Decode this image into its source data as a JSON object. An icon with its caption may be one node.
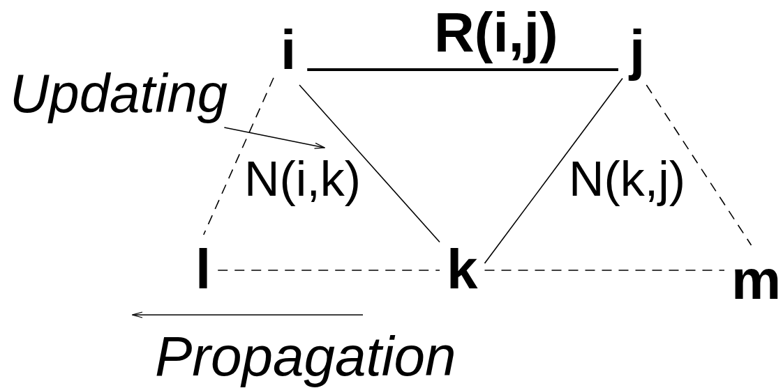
{
  "diagram": {
    "nodes": [
      {
        "text": [
          "i"
        ]
      },
      {
        "text": [
          "j"
        ]
      },
      {
        "text": [
          "k"
        ]
      },
      {
        "text": [
          "l"
        ]
      },
      {
        "text": [
          "m"
        ]
      },
      {
        "text": [
          "Updating"
        ]
      }
    ],
    "edges": [
      {
        "from": 0,
        "to": 1,
        "arrow": "none",
        "label": "R(i,j)",
        "style": "thick"
      },
      {
        "from": 0,
        "to": 2,
        "arrow": "none",
        "label": "N(i,k)"
      },
      {
        "from": 1,
        "to": 2,
        "arrow": "none",
        "label": "N(k,j)"
      },
      {
        "from": 0,
        "to": 3,
        "arrow": "none",
        "style": "dashed"
      },
      {
        "from": 1,
        "to": 4,
        "arrow": "none",
        "style": "dashed"
      },
      {
        "from": 3,
        "to": 2,
        "arrow": "none",
        "style": "dashed"
      },
      {
        "from": 2,
        "to": 4,
        "arrow": "none",
        "style": "dashed"
      },
      {
        "from": 5,
        "to": null,
        "arrow": "to"
      }
    ],
    "labels": [
      "Propagation"
    ]
  }
}
